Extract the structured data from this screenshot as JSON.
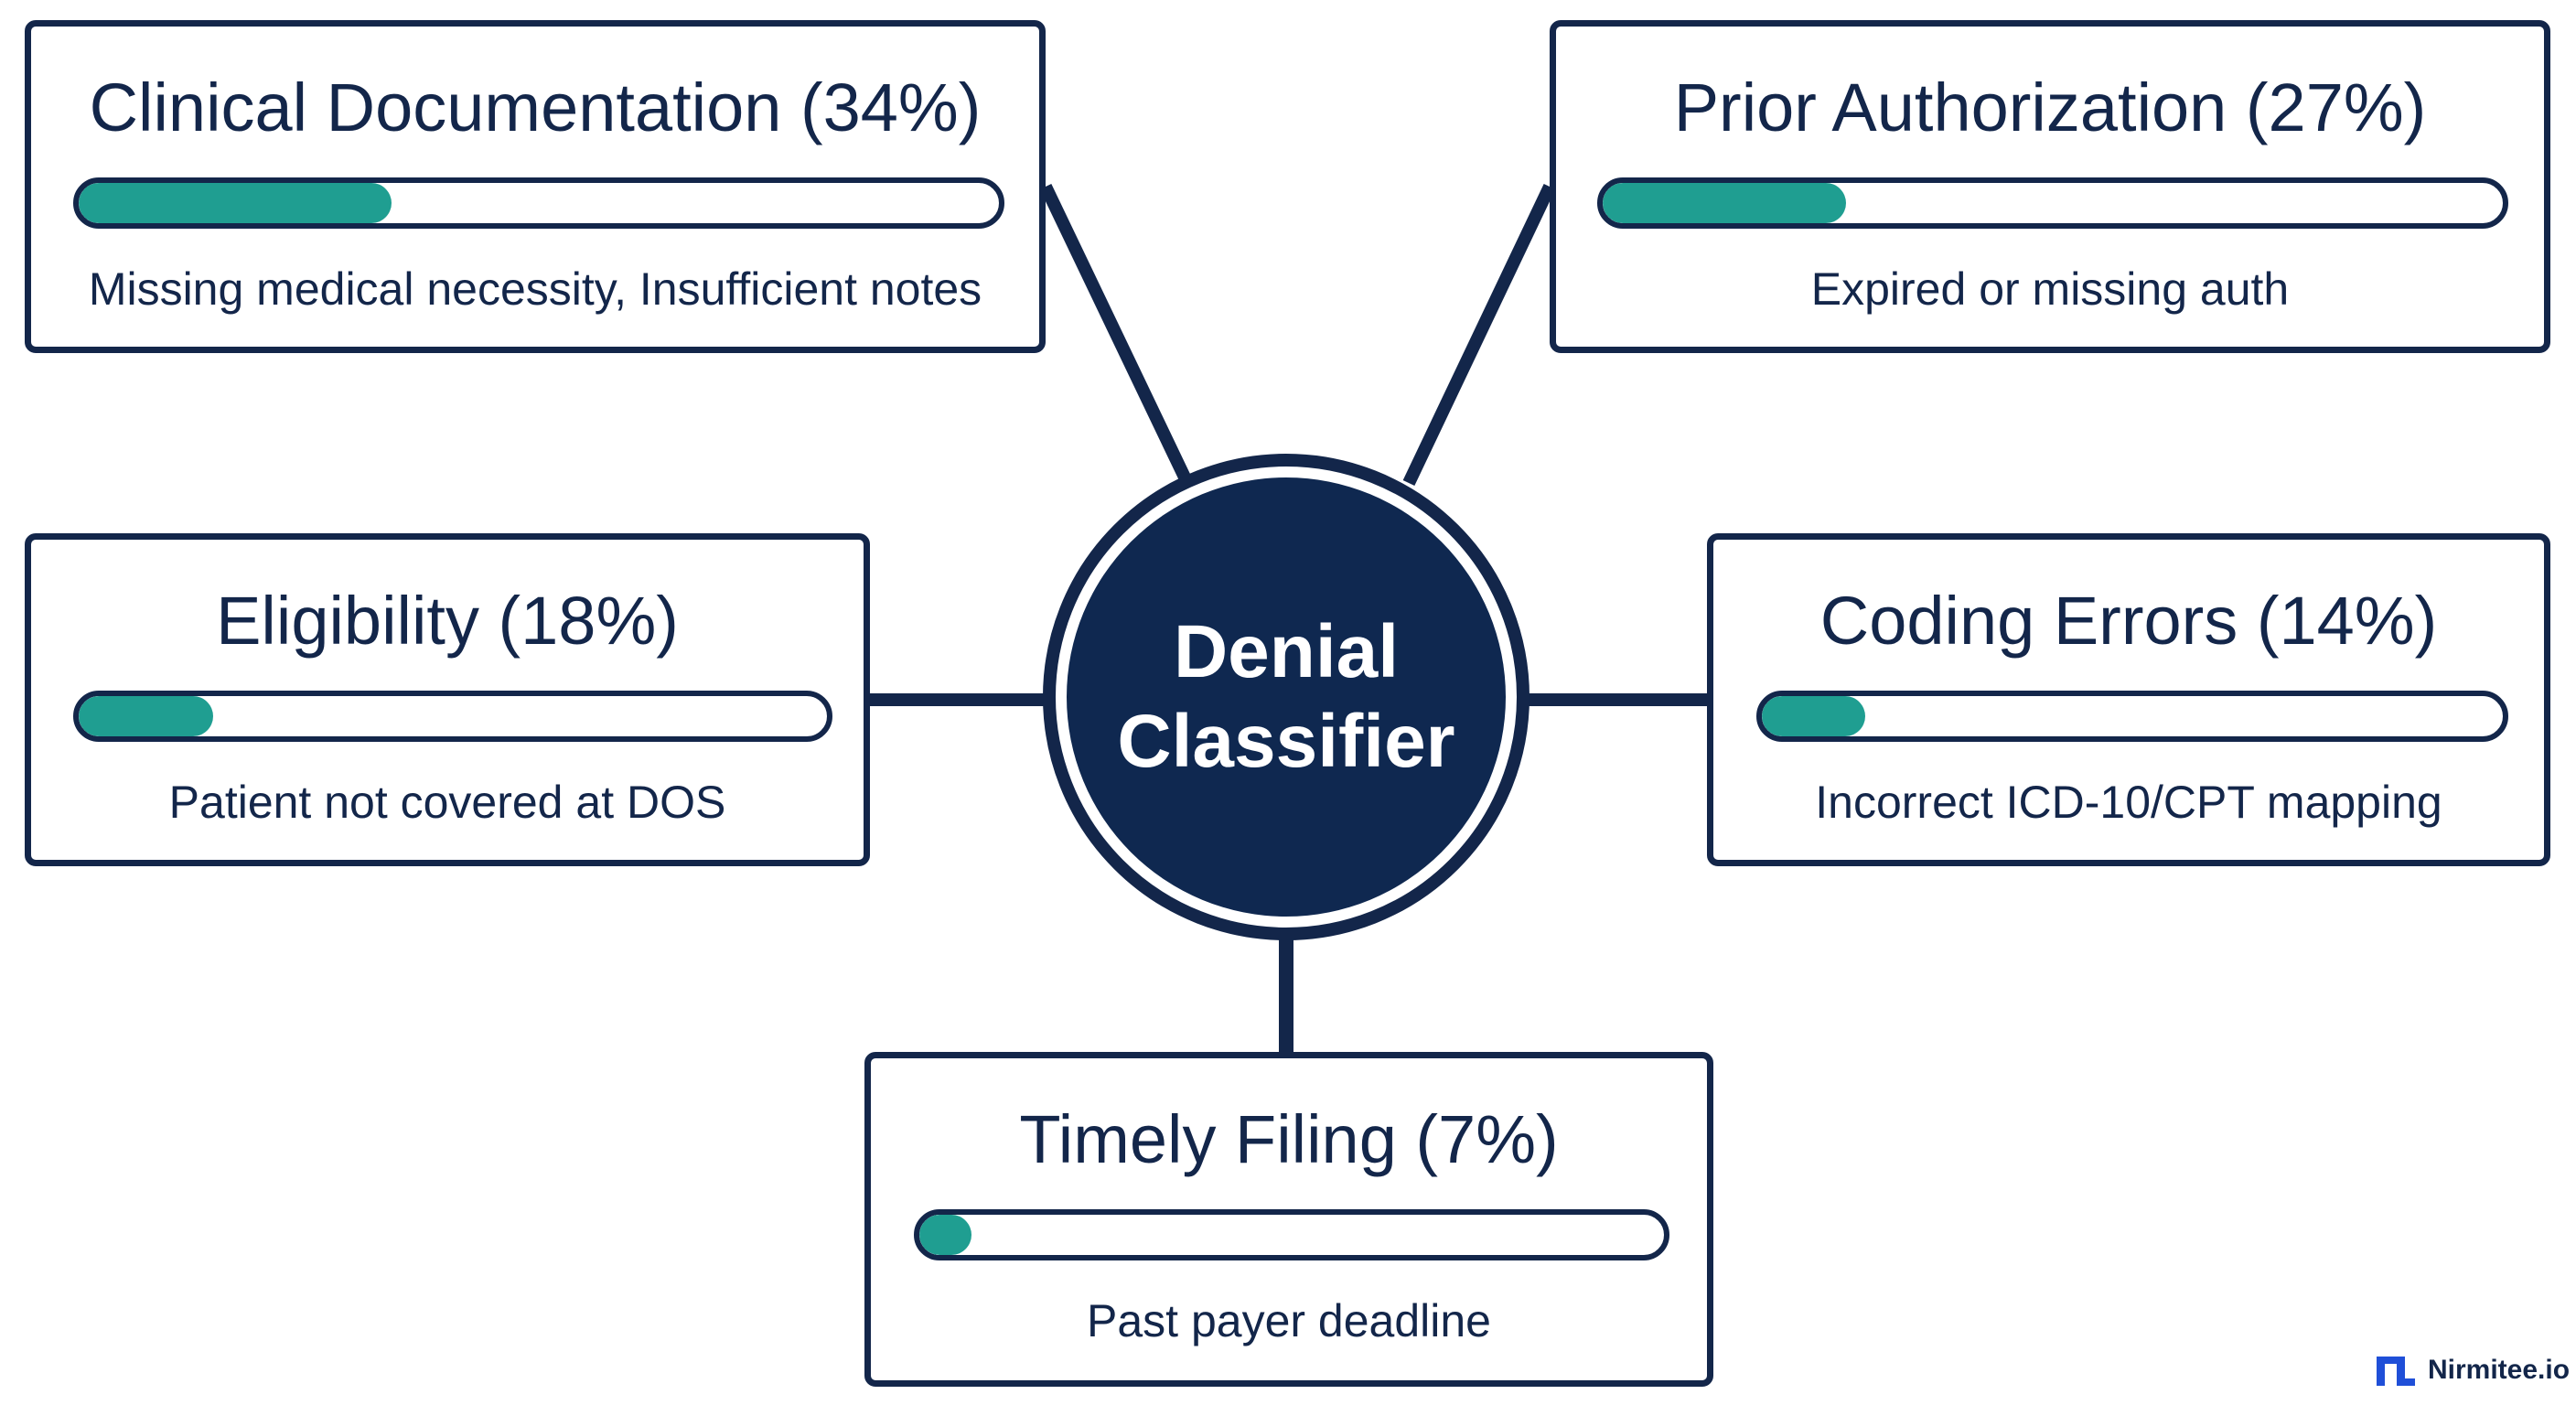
{
  "colors": {
    "outline": "#13264a",
    "hub_fill": "#0f2850",
    "bar_fill": "#1f9e91",
    "background": "#ffffff"
  },
  "hub": {
    "line1": "Denial",
    "line2": "Classifier"
  },
  "categories": [
    {
      "id": "clinical",
      "title": "Clinical Documentation (34%)",
      "percent": 34,
      "description": "Missing medical necessity, Insufficient notes"
    },
    {
      "id": "prior",
      "title": "Prior Authorization (27%)",
      "percent": 27,
      "description": "Expired or missing auth"
    },
    {
      "id": "eligibility",
      "title": "Eligibility (18%)",
      "percent": 18,
      "description": "Patient not covered at DOS"
    },
    {
      "id": "coding",
      "title": "Coding Errors (14%)",
      "percent": 14,
      "description": "Incorrect ICD-10/CPT mapping"
    },
    {
      "id": "timely",
      "title": "Timely Filing (7%)",
      "percent": 7,
      "description": "Past payer deadline"
    }
  ],
  "branding": {
    "text": "Nirmitee.io",
    "logo_icon": "nirmitee-logo-icon"
  }
}
